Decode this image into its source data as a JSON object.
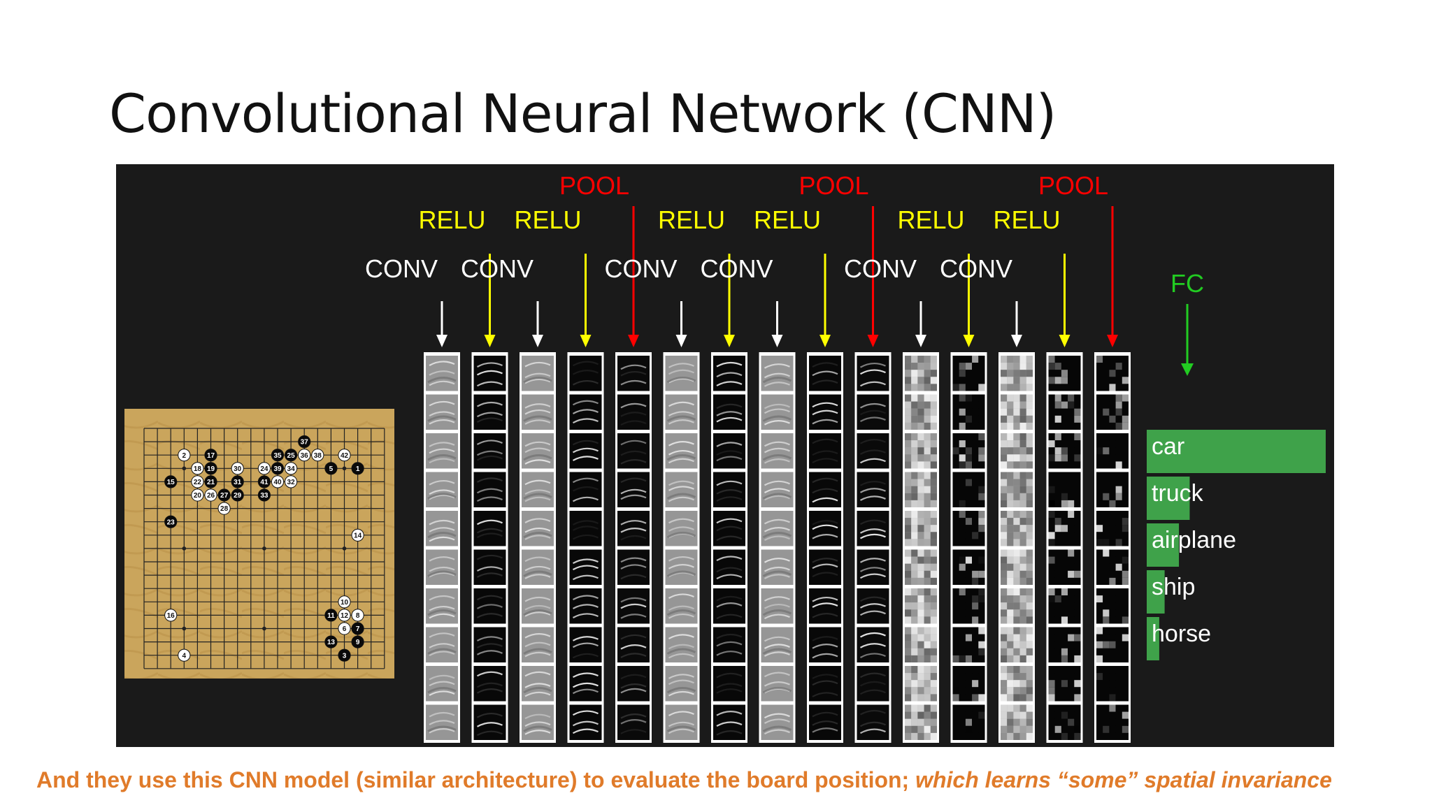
{
  "title": "Convolutional Neural Network (CNN)",
  "caption": {
    "main": "And they use this CNN model (similar architecture) to evaluate the board position; ",
    "italic": "which learns “some” spatial invariance"
  },
  "colors": {
    "conv": "#ffffff",
    "relu": "#ffff00",
    "pool": "#ff0000",
    "fc": "#22cc22",
    "bar": "#3fa24a",
    "caption": "#e07b2a",
    "board": "#c9a45a"
  },
  "layers": [
    {
      "type": "CONV",
      "label": "CONV"
    },
    {
      "type": "RELU",
      "label": "RELU"
    },
    {
      "type": "CONV",
      "label": "CONV"
    },
    {
      "type": "RELU",
      "label": "RELU"
    },
    {
      "type": "POOL",
      "label": "POOL"
    },
    {
      "type": "CONV",
      "label": "CONV"
    },
    {
      "type": "RELU",
      "label": "RELU"
    },
    {
      "type": "CONV",
      "label": "CONV"
    },
    {
      "type": "RELU",
      "label": "RELU"
    },
    {
      "type": "POOL",
      "label": "POOL"
    },
    {
      "type": "CONV",
      "label": "CONV"
    },
    {
      "type": "RELU",
      "label": "RELU"
    },
    {
      "type": "CONV",
      "label": "CONV"
    },
    {
      "type": "RELU",
      "label": "RELU"
    },
    {
      "type": "POOL",
      "label": "POOL"
    }
  ],
  "fc_label": "FC",
  "classes": [
    {
      "label": "car",
      "score": 1.0
    },
    {
      "label": "truck",
      "score": 0.24
    },
    {
      "label": "airplane",
      "score": 0.18
    },
    {
      "label": "ship",
      "score": 0.1
    },
    {
      "label": "horse",
      "score": 0.07
    }
  ],
  "board": {
    "black_stones": [
      "17",
      "19",
      "21",
      "31",
      "35",
      "25",
      "37",
      "39",
      "41",
      "27",
      "29",
      "33",
      "5",
      "1",
      "11",
      "7",
      "9",
      "13",
      "3",
      "15",
      "23"
    ],
    "white_stones": [
      "2",
      "18",
      "22",
      "20",
      "26",
      "28",
      "30",
      "24",
      "36",
      "38",
      "42",
      "34",
      "40",
      "32",
      "14",
      "10",
      "12",
      "8",
      "6",
      "16",
      "4"
    ]
  }
}
